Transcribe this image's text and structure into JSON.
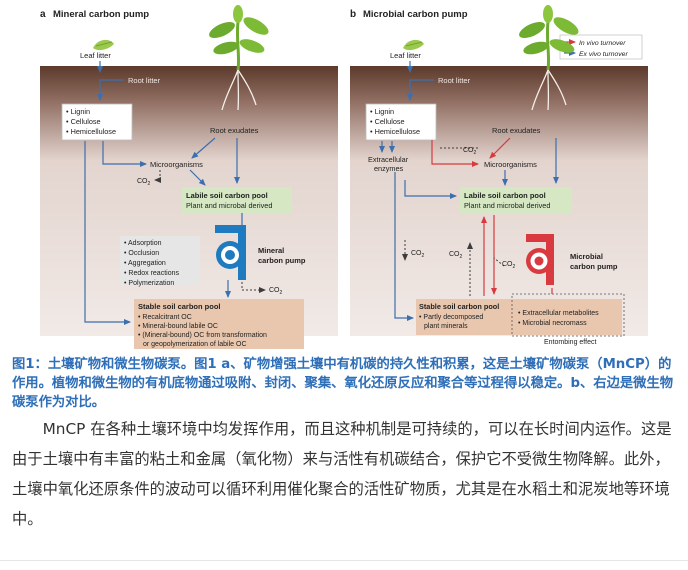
{
  "panel_a": {
    "label": "a",
    "title": "Mineral carbon pump",
    "leaf_litter": "Leaf litter",
    "root_litter": "Root litter",
    "compounds": [
      "Lignin",
      "Cellulose",
      "Hemicellulose"
    ],
    "root_exudates": "Root exudates",
    "microorganisms": "Microorganisms",
    "co2": "CO",
    "co2_sub": "2",
    "labile_title": "Labile soil carbon pool",
    "labile_sub": "Plant and microbal derived",
    "processes": [
      "Adsorption",
      "Occlusion",
      "Aggregation",
      "Redox reactions",
      "Polymerization"
    ],
    "pump_label": [
      "Mineral",
      "carbon pump"
    ],
    "stable_title": "Stable soil carbon pool",
    "stable_items": [
      "Recalcitrant OC",
      "Mineral-bound labile OC",
      "(Mineral-bound) OC from transformation",
      "or geopolymerization of labile OC"
    ]
  },
  "panel_b": {
    "label": "b",
    "title": "Microbial carbon pump",
    "legend_in_vivo": "In vivo turnover",
    "legend_ex_vivo": "Ex vivo turnover",
    "leaf_litter": "Leaf litter",
    "root_litter": "Root litter",
    "compounds": [
      "Lignin",
      "Cellulose",
      "Hemicellulose"
    ],
    "root_exudates": "Root exudates",
    "extracellular_enzymes": [
      "Extracellular",
      "enzymes"
    ],
    "microorganisms": "Microorganisms",
    "co2": "CO",
    "co2_sub": "2",
    "labile_title": "Labile soil carbon pool",
    "labile_sub": "Plant and microbal derived",
    "pump_label": [
      "Microbial",
      "carbon pump"
    ],
    "stable_title": "Stable soil carbon pool",
    "stable_items": [
      "Partly decomposed",
      "plant minerals"
    ],
    "necromass_items": [
      "Extracellular metabolites",
      "Microbial necromass"
    ],
    "entombing": "Entombing effect"
  },
  "caption": "图1：土壤矿物和微生物碳泵。图1 a、矿物增强土壤中有机碳的持久性和积累，这是土壤矿物碳泵（MnCP）的作用。植物和微生物的有机底物通过吸附、封闭、聚集、氧化还原反应和聚合等过程得以稳定。b、右边是微生物碳泵作为对比。",
  "body": "MnCP 在各种土壤环境中均发挥作用，而且这种机制是可持续的，可以在长时间内运作。这是由于土壤中有丰富的粘土和金属（氧化物）来与活性有机碳结合，保护它不受微生物降解。此外，土壤中氧化还原条件的波动可以循环利用催化聚合的活性矿物质，尤其是在水稻土和泥炭地等环境中。",
  "colors": {
    "soil_dark": "#5b3a2c",
    "soil_light": "#ece2dd",
    "labile_box": "#d5e8c3",
    "stable_box": "#e9c7ae",
    "pump_blue": "#1f7bbf",
    "pump_red": "#d83a3f",
    "arrow_blue": "#3c6fad",
    "arrow_red": "#d83a3f",
    "caption": "#2f6fb8",
    "plant_green": "#6cab2d"
  }
}
